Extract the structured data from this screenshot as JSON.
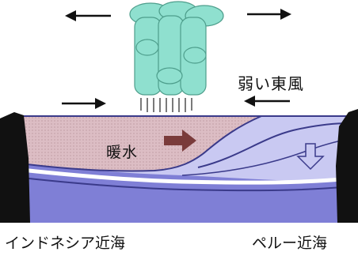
{
  "labels": {
    "weak_easterly": "弱い東風",
    "warm_water": "暖水",
    "indonesia_sea": "インドネシア近海",
    "peru_sea": "ペルー近海"
  },
  "colors": {
    "deep_ocean": "#7f7fd6",
    "ocean_band": "#c9c9f2",
    "warm_water": "#dcbdc4",
    "land": "#111111",
    "cloud": "#8fe0cf",
    "arrow": "#111111",
    "current_arrow": "#7a3b3b"
  },
  "icons": {
    "cloud": "cumulonimbus-cloud-icon",
    "rain": "rain-lines-icon",
    "warm_current": "right-arrow-icon",
    "upwelling": "down-arrow-icon"
  }
}
